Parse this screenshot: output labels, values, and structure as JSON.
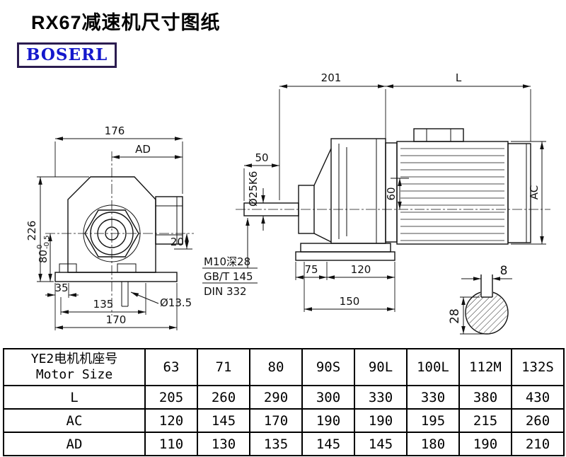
{
  "page": {
    "title": "RX67减速机尺寸图纸",
    "logo": "BOSERL"
  },
  "drawing": {
    "front_view": {
      "dim_176": "176",
      "dim_AD": "AD",
      "dim_226": "226",
      "dim_80": "80",
      "dim_80_tol_upper": "0",
      "dim_80_tol_lower": "-0.5",
      "dim_20": "20",
      "dim_35": "35",
      "dim_135": "135",
      "dim_170": "170",
      "dim_hole": "Ø13.5"
    },
    "side_view": {
      "dim_201": "201",
      "dim_L": "L",
      "dim_50": "50",
      "dim_shaft": "Ø25K6",
      "dim_60": "60",
      "dim_AC": "AC",
      "note_tap": "M10深28",
      "note_gb": "GB/T 145",
      "note_din": "DIN 332",
      "dim_75": "75",
      "dim_120": "120",
      "dim_150": "150"
    },
    "section_view": {
      "dim_8": "8",
      "dim_28": "28"
    }
  },
  "table": {
    "header": {
      "row_label_cn": "YE2电机机座号",
      "row_label_en": "Motor Size",
      "sizes": [
        "63",
        "71",
        "80",
        "90S",
        "90L",
        "100L",
        "112M",
        "132S"
      ]
    },
    "rows": [
      {
        "label": "L",
        "values": [
          "205",
          "260",
          "290",
          "300",
          "330",
          "330",
          "380",
          "430"
        ]
      },
      {
        "label": "AC",
        "values": [
          "120",
          "145",
          "170",
          "190",
          "190",
          "195",
          "215",
          "260"
        ]
      },
      {
        "label": "AD",
        "values": [
          "110",
          "130",
          "135",
          "145",
          "145",
          "180",
          "190",
          "210"
        ]
      }
    ]
  }
}
